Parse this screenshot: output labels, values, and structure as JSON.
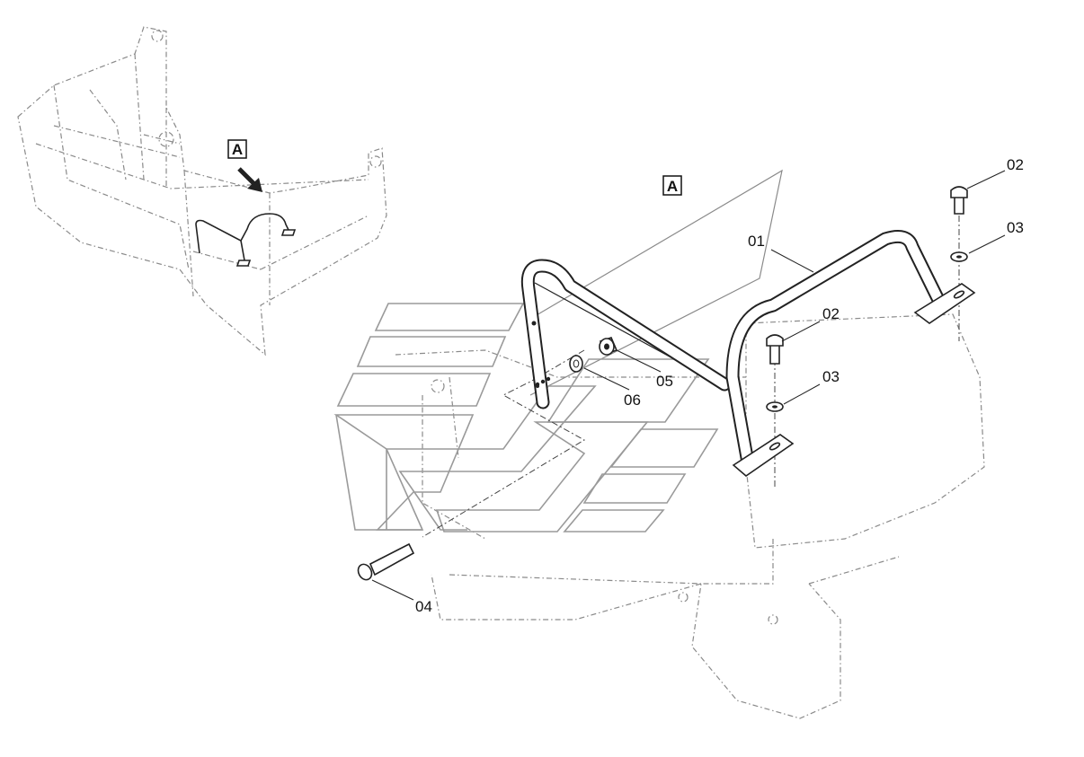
{
  "view_marker": "A",
  "callouts": [
    {
      "id": "01",
      "text": "01"
    },
    {
      "id": "02a",
      "text": "02"
    },
    {
      "id": "03a",
      "text": "03"
    },
    {
      "id": "02b",
      "text": "02"
    },
    {
      "id": "03b",
      "text": "03"
    },
    {
      "id": "05",
      "text": "05"
    },
    {
      "id": "06",
      "text": "06"
    },
    {
      "id": "04",
      "text": "04"
    }
  ]
}
